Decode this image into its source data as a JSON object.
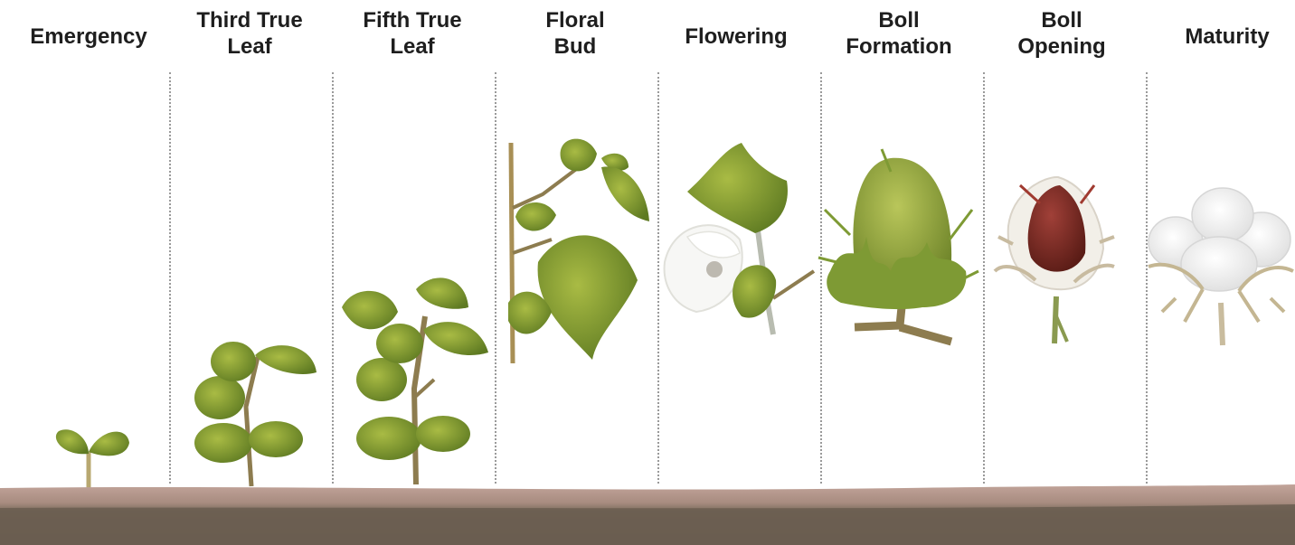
{
  "stages": [
    {
      "lines": [
        "Emergency"
      ],
      "icon": "seedling-icon"
    },
    {
      "lines": [
        "Third True",
        "Leaf"
      ],
      "icon": "young-plant-icon"
    },
    {
      "lines": [
        "Fifth True",
        "Leaf"
      ],
      "icon": "leafy-plant-icon"
    },
    {
      "lines": [
        "Floral",
        "Bud"
      ],
      "icon": "floral-bud-icon"
    },
    {
      "lines": [
        "Flowering"
      ],
      "icon": "flower-icon"
    },
    {
      "lines": [
        "Boll",
        "Formation"
      ],
      "icon": "green-boll-icon"
    },
    {
      "lines": [
        "Boll",
        "Opening"
      ],
      "icon": "opening-boll-icon"
    },
    {
      "lines": [
        "Maturity"
      ],
      "icon": "cotton-boll-icon"
    }
  ],
  "colors": {
    "leaf": "#6f8a2a",
    "leaf_light": "#9aae3a",
    "stem": "#8a7a4a",
    "soil_top": "#b99a90",
    "soil_bottom": "#6e6254",
    "label": "#1e1e1e",
    "divider": "#9a9a9a"
  }
}
